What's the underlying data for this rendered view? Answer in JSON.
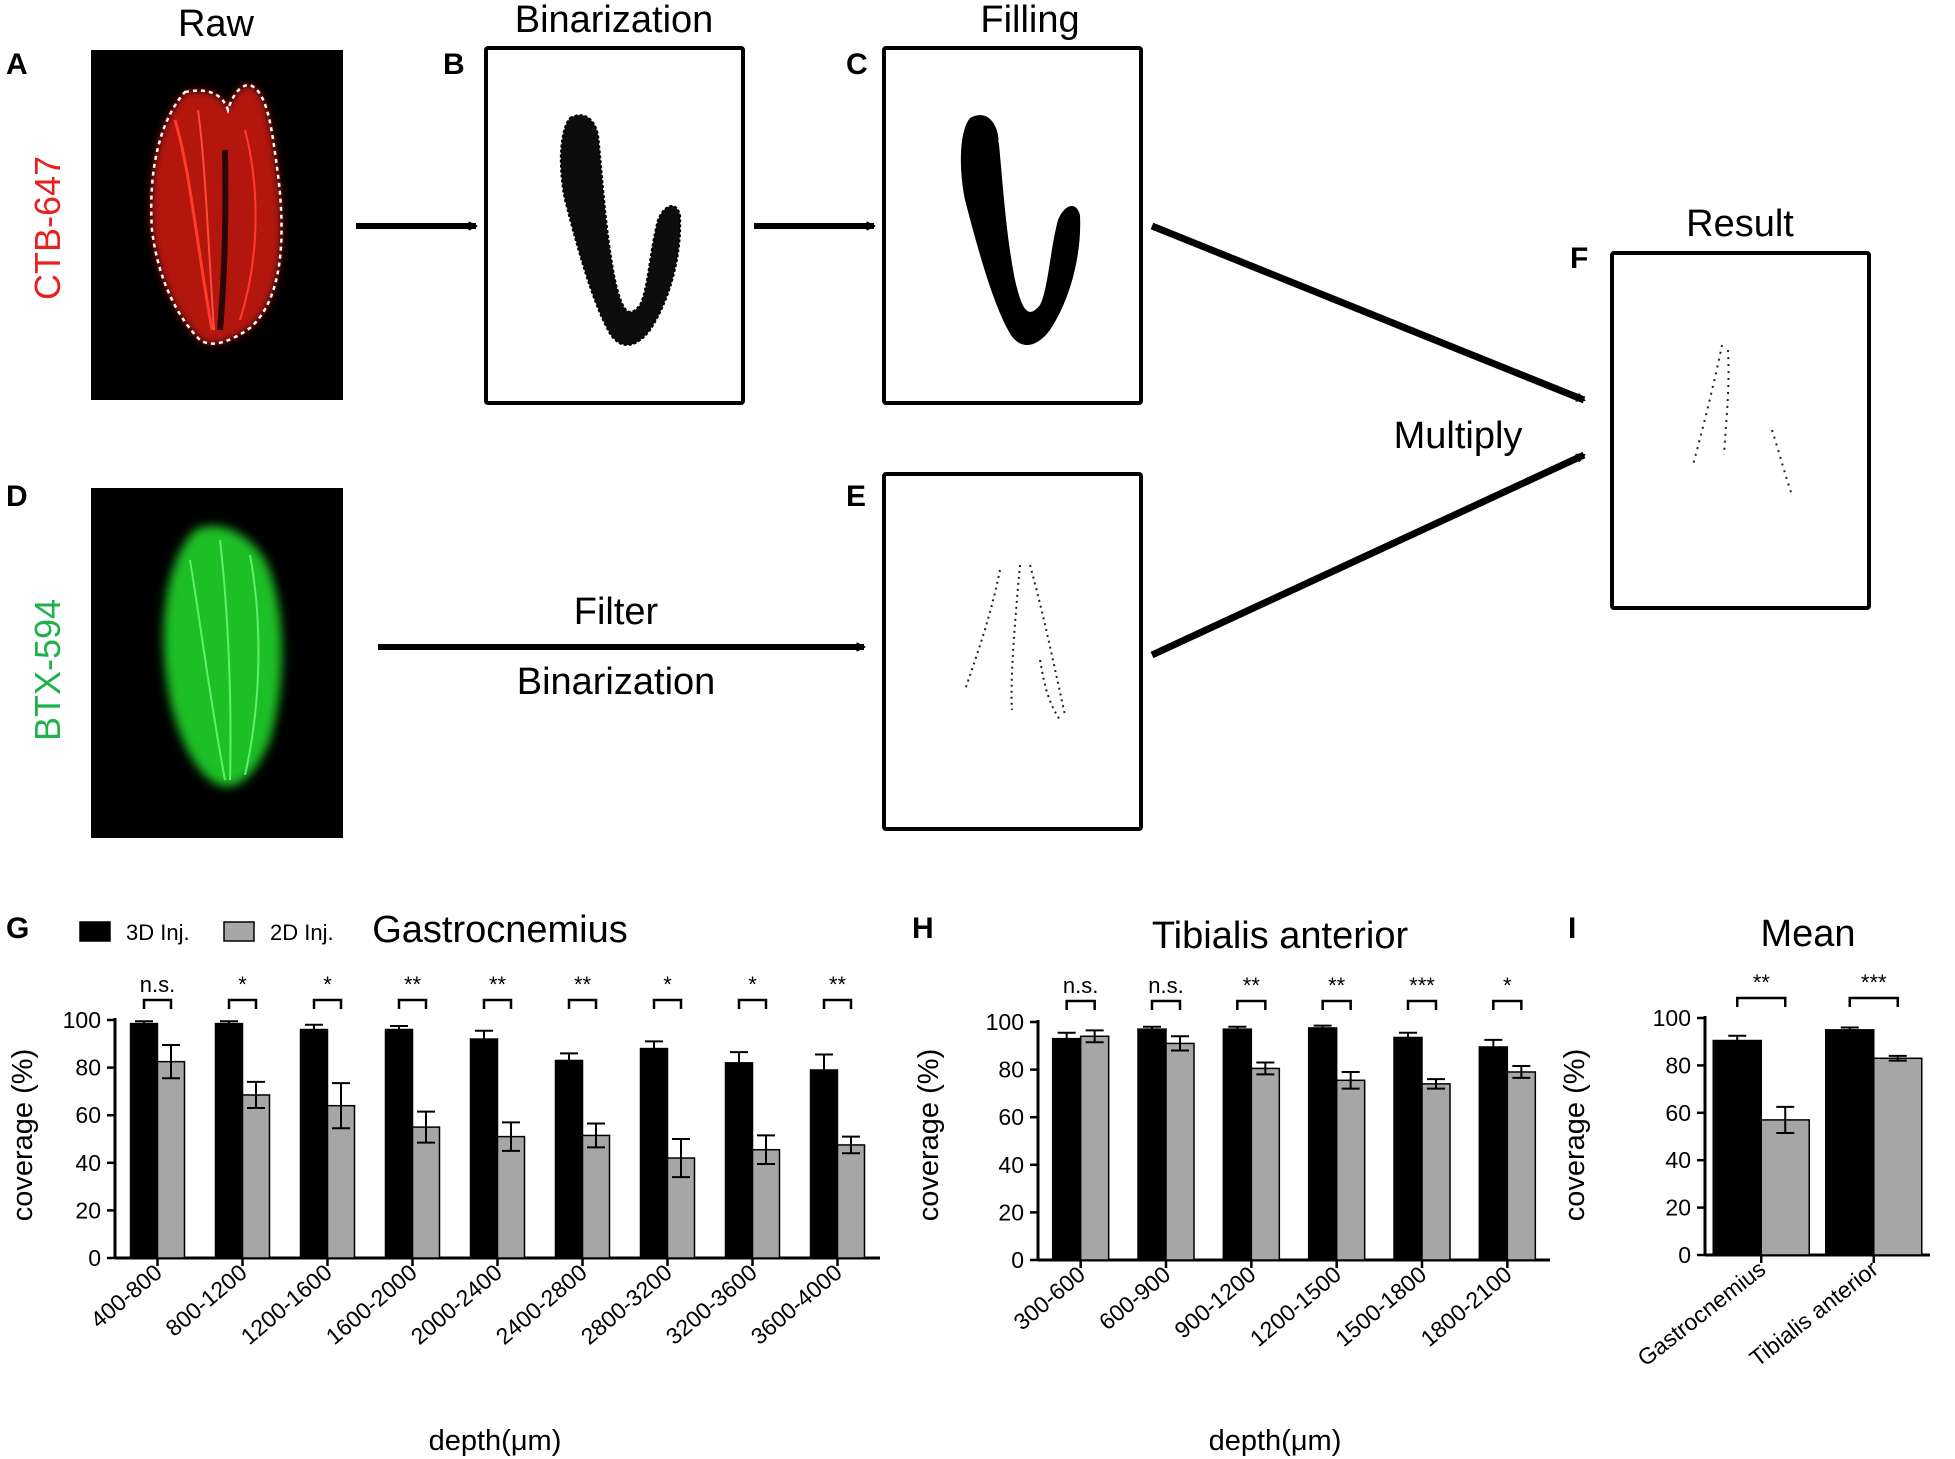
{
  "panels": {
    "A": "A",
    "B": "B",
    "C": "C",
    "D": "D",
    "E": "E",
    "F": "F",
    "G": "G",
    "H": "H",
    "I": "I"
  },
  "workflow": {
    "raw_title": "Raw",
    "binarization_title": "Binarization",
    "filling_title": "Filling",
    "result_title": "Result",
    "multiply_label": "Multiply",
    "filter_label": "Filter",
    "filter_binarization_label": "Binarization",
    "ctb_label": "CTB-647",
    "btx_label": "BTX-594",
    "colors": {
      "ctb": "#e8201e",
      "btx": "#1fb24a"
    }
  },
  "legend": {
    "series1": "3D Inj.",
    "series2": "2D Inj."
  },
  "colors": {
    "series1": "#000000",
    "series2": "#a6a6a6"
  },
  "chart_data": [
    {
      "type": "bar",
      "title": "Gastrocnemius",
      "xlabel": "depth(μm)",
      "ylabel": "coverage (%)",
      "ylim": [
        0,
        100
      ],
      "yticks": [
        "0",
        "20",
        "40",
        "60",
        "80",
        "100"
      ],
      "categories": [
        "400-800",
        "800-1200",
        "1200-1600",
        "1600-2000",
        "2000-2400",
        "2400-2800",
        "2800-3200",
        "3200-3600",
        "3600-4000"
      ],
      "series": [
        {
          "name": "3D Inj.",
          "values": [
            98.5,
            98.5,
            96,
            96,
            92,
            83,
            88,
            82,
            79
          ],
          "errors": [
            1,
            1,
            2,
            1.5,
            3.5,
            3,
            3,
            4.5,
            6.5
          ]
        },
        {
          "name": "2D Inj.",
          "values": [
            82.5,
            68.5,
            64,
            55,
            51,
            51.5,
            42,
            45.5,
            47.5
          ],
          "errors": [
            7,
            5.5,
            9.5,
            6.5,
            6,
            5,
            8,
            6,
            3.5
          ]
        }
      ],
      "significance": [
        "n.s.",
        "*",
        "*",
        "**",
        "**",
        "**",
        "*",
        "*",
        "**"
      ]
    },
    {
      "type": "bar",
      "title": "Tibialis anterior",
      "xlabel": "depth(μm)",
      "ylabel": "coverage (%)",
      "ylim": [
        0,
        100
      ],
      "yticks": [
        "0",
        "20",
        "40",
        "60",
        "80",
        "100"
      ],
      "categories": [
        "300-600",
        "600-900",
        "900-1200",
        "1200-1500",
        "1500-1800",
        "1800-2100"
      ],
      "series": [
        {
          "name": "3D Inj.",
          "values": [
            93,
            97,
            97,
            97.5,
            93.5,
            89.5
          ],
          "errors": [
            2.5,
            1,
            1,
            1,
            2,
            3
          ]
        },
        {
          "name": "2D Inj.",
          "values": [
            94,
            91,
            80.5,
            75.5,
            74,
            79
          ],
          "errors": [
            2.5,
            3,
            2.5,
            3.5,
            2,
            2.5
          ]
        }
      ],
      "significance": [
        "n.s.",
        "n.s.",
        "**",
        "**",
        "***",
        "*"
      ]
    },
    {
      "type": "bar",
      "title": "Mean",
      "xlabel": "",
      "ylabel": "coverage (%)",
      "ylim": [
        0,
        100
      ],
      "yticks": [
        "0",
        "20",
        "40",
        "60",
        "80",
        "100"
      ],
      "categories": [
        "Gastrocnemius",
        "Tibialis anterior"
      ],
      "series": [
        {
          "name": "3D Inj.",
          "values": [
            90.5,
            95
          ],
          "errors": [
            2,
            1
          ]
        },
        {
          "name": "2D Inj.",
          "values": [
            57,
            83
          ],
          "errors": [
            5.5,
            1
          ]
        }
      ],
      "significance": [
        "**",
        "***"
      ]
    }
  ]
}
